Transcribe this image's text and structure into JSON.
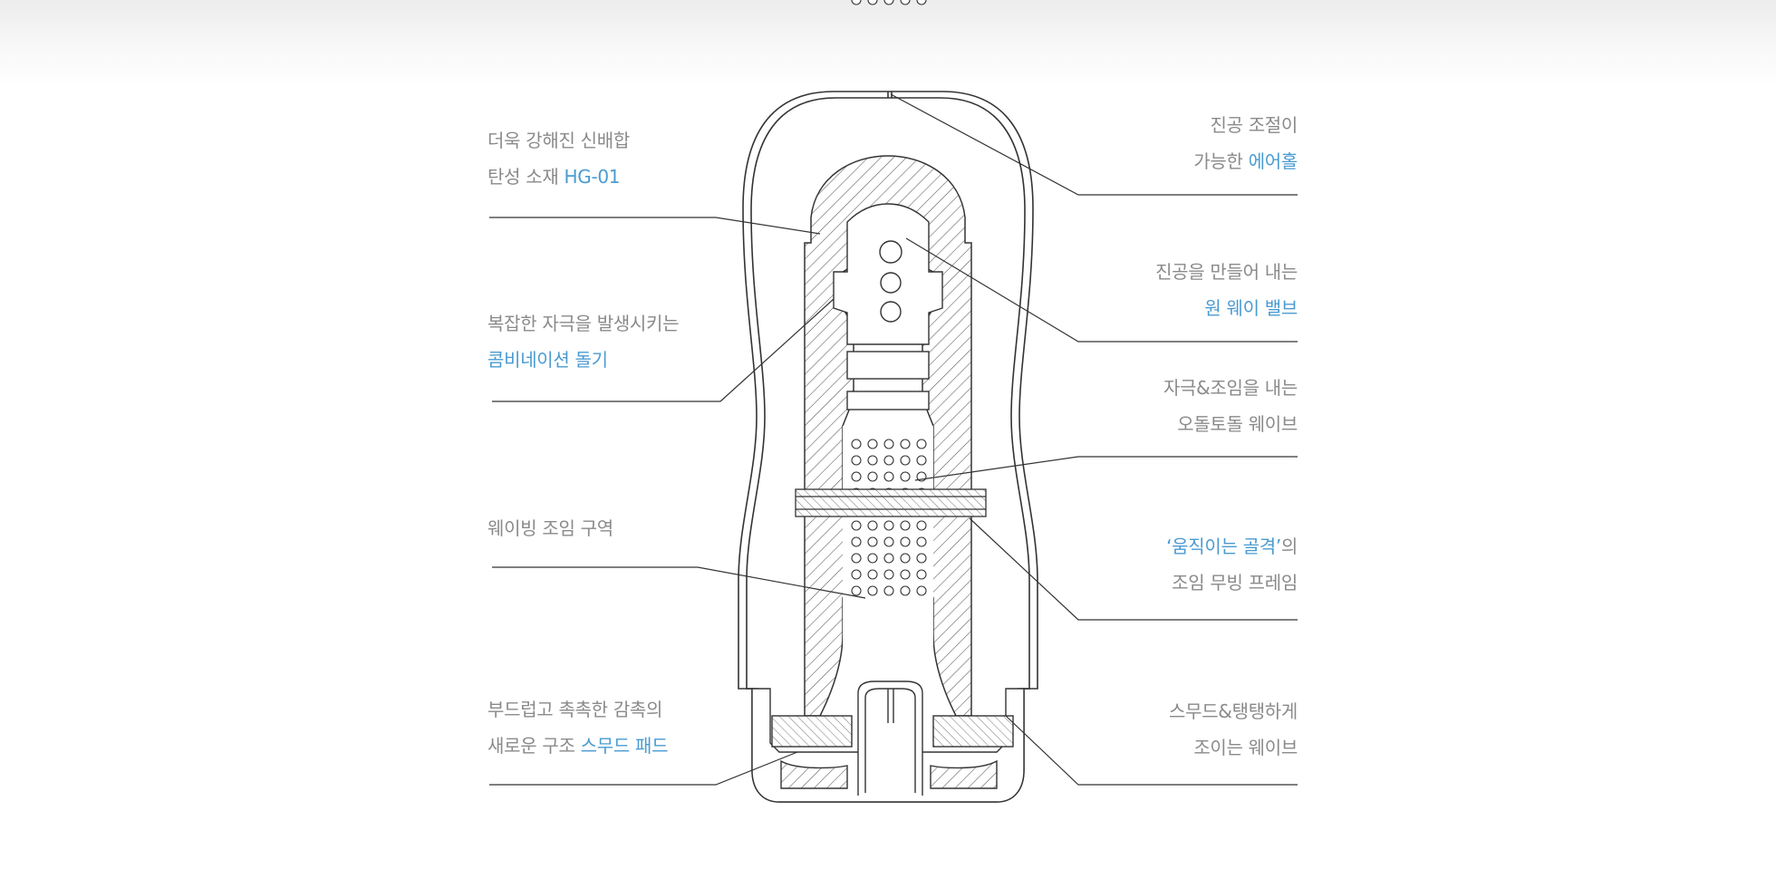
{
  "colors": {
    "text": "#8a8a8a",
    "accent": "#4a9bd1",
    "line": "#333333"
  },
  "labels": {
    "l1": {
      "line1": "더욱 강해진 신배합",
      "line2_pre": "탄성 소재 ",
      "line2_hl": "HG-01"
    },
    "l2": {
      "line1": "복잡한 자극을 발생시키는",
      "line2_hl": "콤비네이션 돌기"
    },
    "l3": {
      "line1": "웨이빙 조임 구역"
    },
    "l4": {
      "line1": "부드럽고 촉촉한 감촉의",
      "line2_pre": "새로운 구조 ",
      "line2_hl": "스무드 패드"
    },
    "r1": {
      "line1": "진공 조절이",
      "line2_pre": "가능한 ",
      "line2_hl": "에어홀"
    },
    "r2": {
      "line1": "진공을 만들어 내는",
      "line2_hl": "원 웨이 밸브"
    },
    "r3": {
      "line1": "자극&조임을 내는",
      "line2": "오돌토돌 웨이브"
    },
    "r4": {
      "line1_hl": "‘움직이는 골격’",
      "line1_post": "의",
      "line2": "조임 무빙 프레임"
    },
    "r5": {
      "line1": "스무드&탱탱하게",
      "line2": "조이는 웨이브"
    }
  }
}
